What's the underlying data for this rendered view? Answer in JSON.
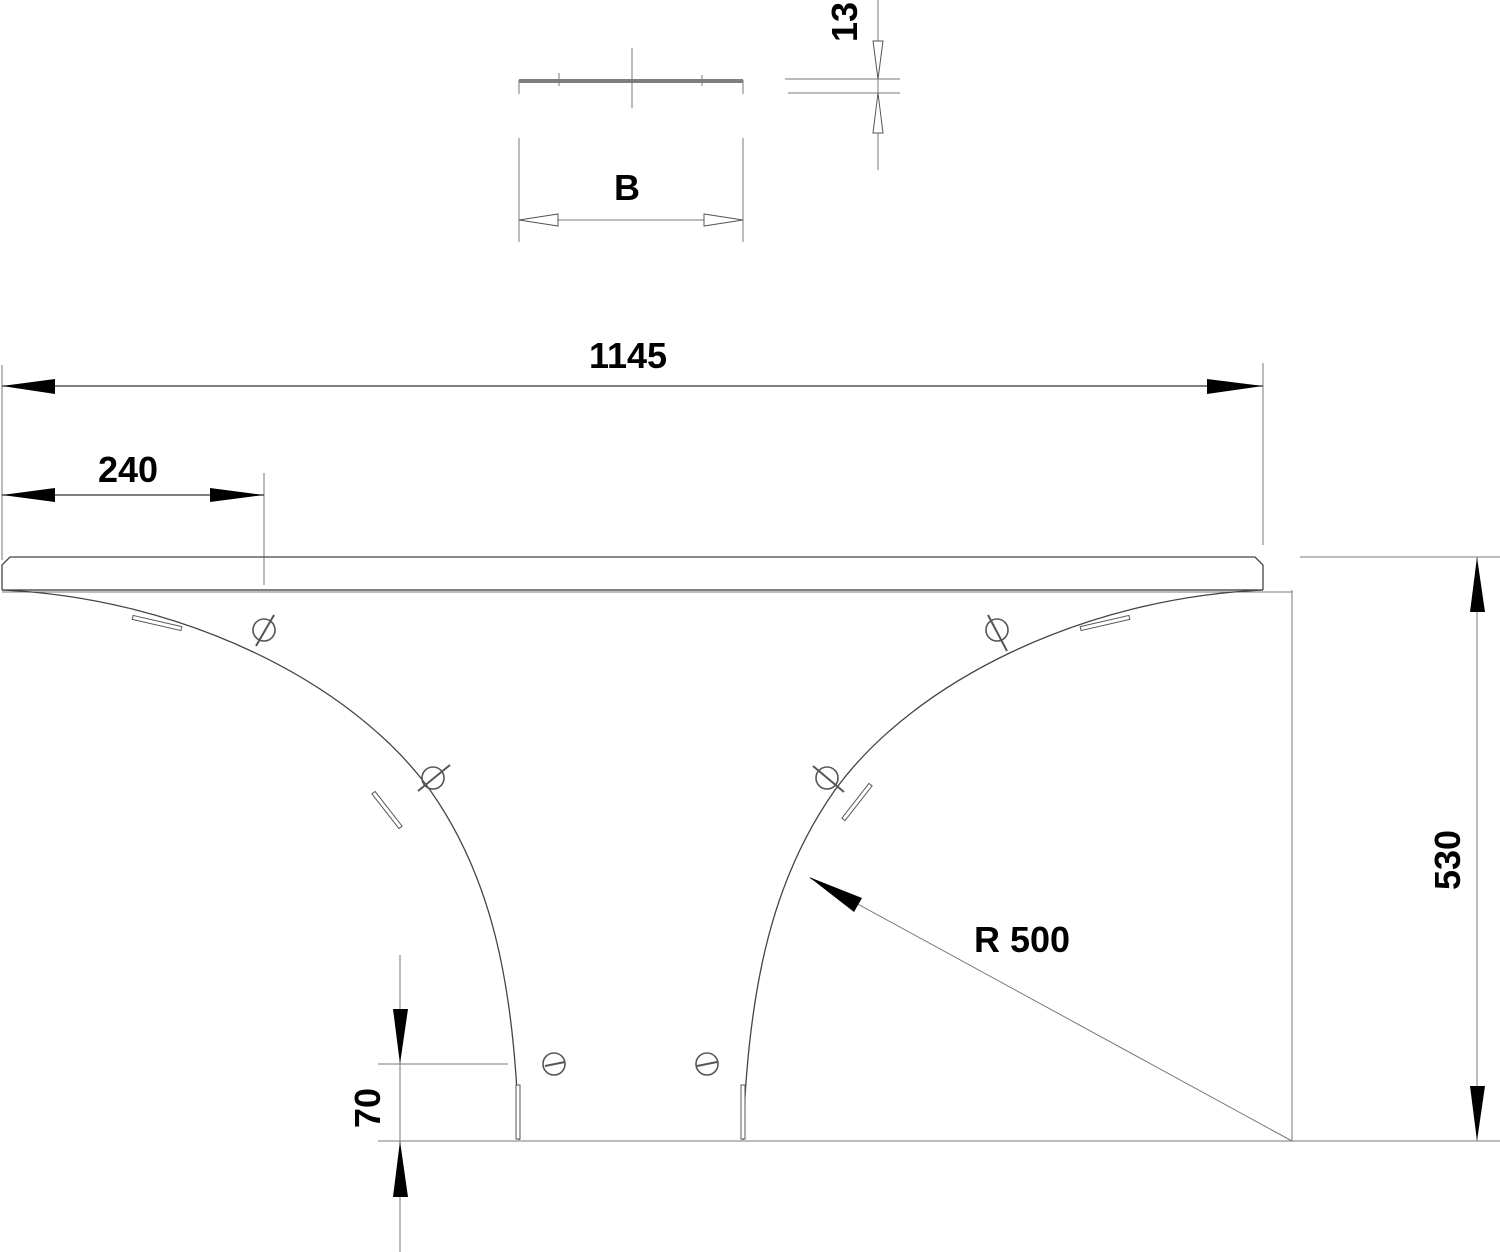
{
  "drawing": {
    "type": "technical drawing — cable tray T-piece cover",
    "section_view": {
      "width_label": "B",
      "thickness_label": "13"
    },
    "plan_view": {
      "overall_length_label": "1145",
      "straight_section_label": "240",
      "height_label": "530",
      "radius_label": "R 500",
      "end_offset_label": "70"
    },
    "colors": {
      "line": "#333333",
      "dimension_line": "#7a7a7a",
      "text": "#000000",
      "background": "#ffffff"
    }
  }
}
